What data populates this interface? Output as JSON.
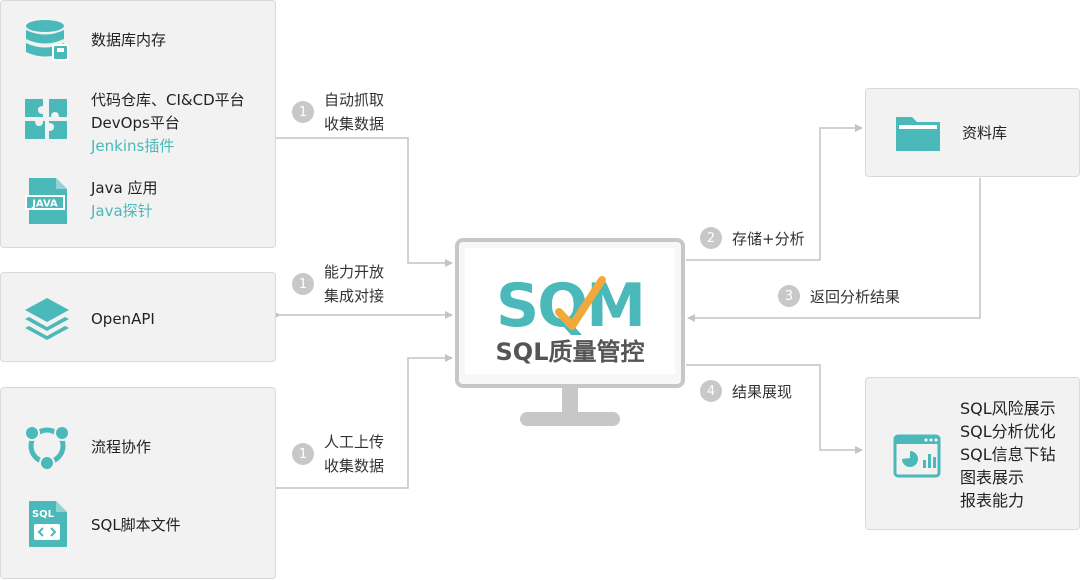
{
  "colors": {
    "teal": "#4bb8b9",
    "orange": "#f0a93a",
    "box_bg": "#f2f2f2",
    "line": "#c4c4c4"
  },
  "sources": {
    "database": {
      "icon": "database-icon",
      "label": "数据库内存"
    },
    "repo": {
      "icon": "puzzle-icon",
      "line1": "代码仓库、CI&CD平台",
      "line2": "DevOps平台",
      "sub": "Jenkins插件"
    },
    "java": {
      "icon": "java-file-icon",
      "icon_text": "JAVA",
      "line1": "Java 应用",
      "sub": "Java探针"
    },
    "openapi": {
      "icon": "layers-icon",
      "label": "OpenAPI"
    },
    "workflow": {
      "icon": "workflow-icon",
      "label": "流程协作"
    },
    "sqlfile": {
      "icon": "sql-file-icon",
      "icon_text": "SQL",
      "label": "SQL脚本文件"
    }
  },
  "steps": {
    "s1a": {
      "num": "1",
      "line1": "自动抓取",
      "line2": "收集数据"
    },
    "s1b": {
      "num": "1",
      "line1": "能力开放",
      "line2": "集成对接"
    },
    "s1c": {
      "num": "1",
      "line1": "人工上传",
      "line2": "收集数据"
    },
    "s2": {
      "num": "2",
      "label": "存储+分析"
    },
    "s3": {
      "num": "3",
      "label": "返回分析结果"
    },
    "s4": {
      "num": "4",
      "label": "结果展现"
    }
  },
  "center": {
    "logo_text": "SQM",
    "product_name": "SQL质量管控"
  },
  "outputs": {
    "library": {
      "icon": "folder-icon",
      "label": "资料库"
    },
    "display": {
      "icon": "dashboard-icon",
      "items": [
        "SQL风险展示",
        "SQL分析优化",
        "SQL信息下钻",
        "图表展示",
        "报表能力"
      ]
    }
  }
}
